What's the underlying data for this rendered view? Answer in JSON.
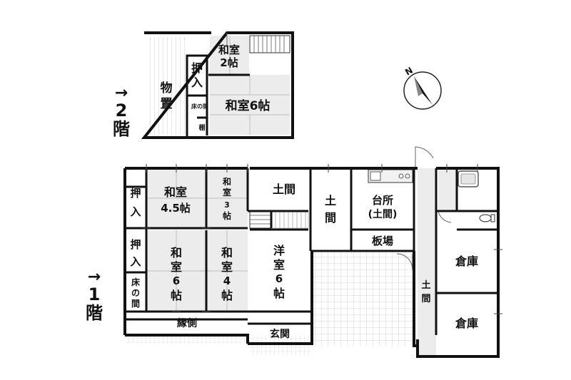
{
  "floors": {
    "second": {
      "arrow": "→",
      "number": "2",
      "kanji": "階"
    },
    "first": {
      "arrow": "→",
      "number": "1",
      "kanji": "階"
    }
  },
  "second_floor_rooms": {
    "storage": {
      "line1": "物",
      "line2": "置"
    },
    "closet": {
      "line1": "押",
      "line2": "入"
    },
    "washitsu2": {
      "line1": "和室",
      "line2": "2帖"
    },
    "washitsu6": {
      "label": "和室6帖"
    },
    "tokonoma": {
      "label": "床の間"
    },
    "shelf": {
      "label": "棚"
    }
  },
  "first_floor_rooms": {
    "closet_top": {
      "line1": "押",
      "line2": "入"
    },
    "closet_mid": {
      "line1": "押",
      "line2": "入"
    },
    "tokonoma": {
      "line1": "床",
      "line2": "の",
      "line3": "間"
    },
    "washitsu45": {
      "line1": "和室",
      "line2": "4.5帖"
    },
    "washitsu3": {
      "line1": "和",
      "line2": "室",
      "line3": "3",
      "line4": "帖"
    },
    "washitsu6": {
      "line1": "和",
      "line2": "室",
      "line3": "6",
      "line4": "帖"
    },
    "washitsu4": {
      "line1": "和",
      "line2": "室",
      "line3": "4",
      "line4": "帖"
    },
    "youshitsu6": {
      "line1": "洋",
      "line2": "室",
      "line3": "6",
      "line4": "帖"
    },
    "doma_small": {
      "label": "土間"
    },
    "doma_center": {
      "line1": "土",
      "line2": "間"
    },
    "kitchen": {
      "line1": "台所",
      "line2": "(土間)"
    },
    "itaba": {
      "label": "板場"
    },
    "doma_right": {
      "line1": "土",
      "line2": "間"
    },
    "storehouse_top": {
      "label": "倉庫"
    },
    "storehouse_bottom": {
      "label": "倉庫"
    },
    "engawa": {
      "label": "縁側"
    },
    "genkan": {
      "label": "玄関"
    }
  },
  "compass": {
    "label": "N"
  }
}
